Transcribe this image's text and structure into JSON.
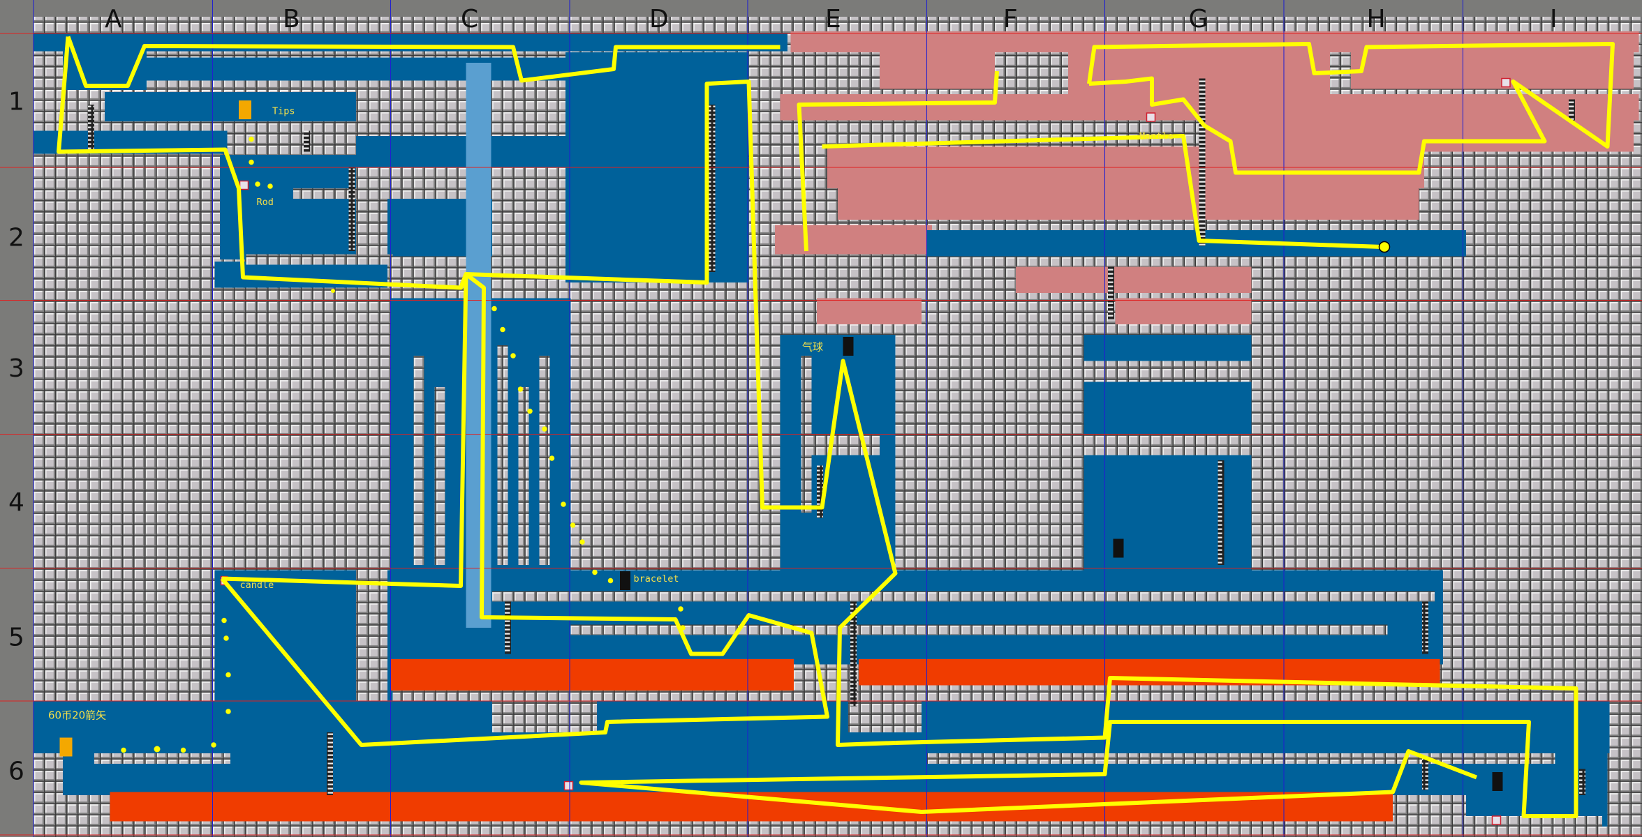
{
  "map": {
    "columns": [
      "A",
      "B",
      "C",
      "D",
      "E",
      "F",
      "G",
      "H",
      "I"
    ],
    "rows": [
      "1",
      "2",
      "3",
      "4",
      "5",
      "6"
    ],
    "items": {
      "tips": "Tips",
      "rod": "Rod",
      "mantle": "Mantle",
      "balloon": "气球",
      "bracelet": "bracelet",
      "candle": "candle",
      "shop": "60币20箭矢"
    },
    "colors": {
      "water": "#00619a",
      "pink_zone": "#d08080",
      "lava": "#f03c00",
      "route": "#ffff00",
      "block": "#c8c4c8",
      "waterfall": "#5a9fd0"
    }
  }
}
